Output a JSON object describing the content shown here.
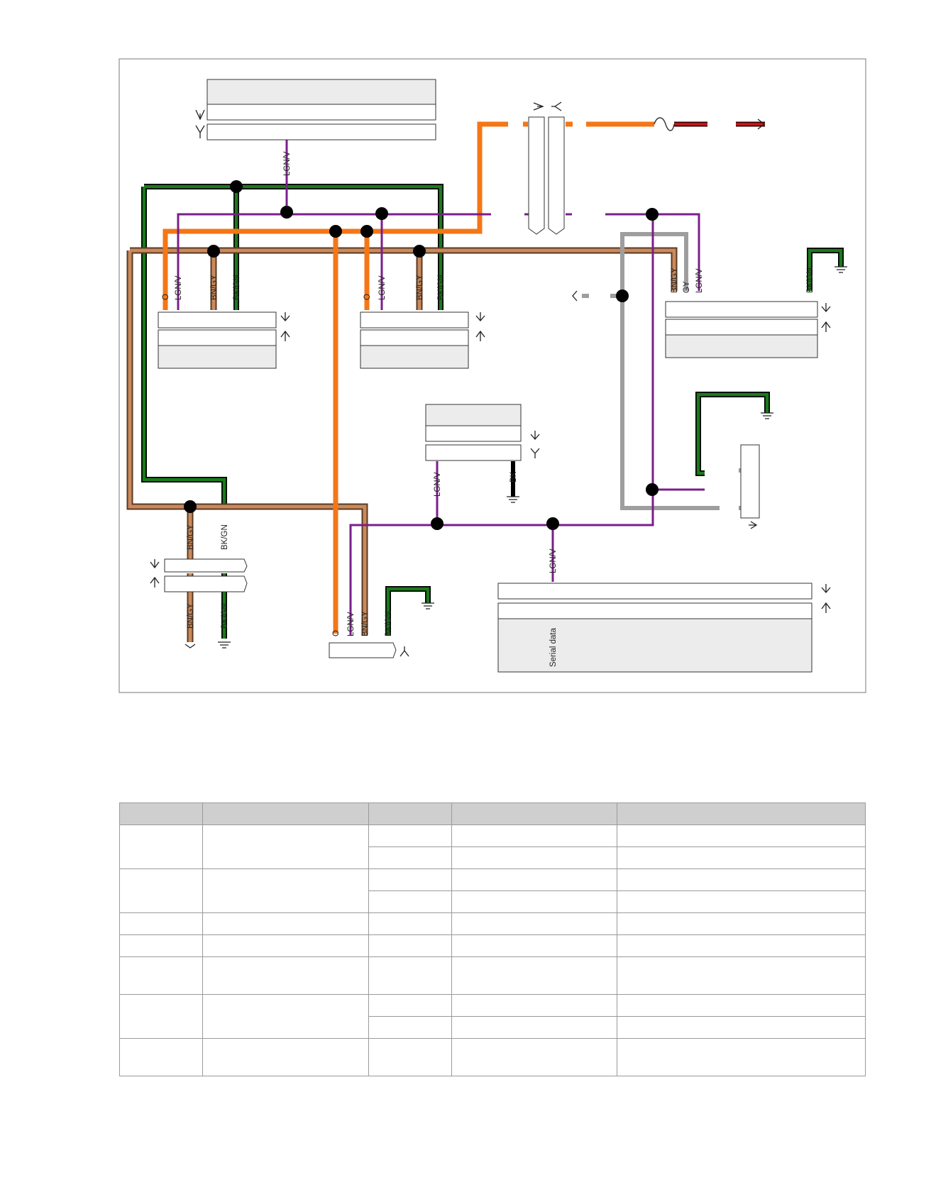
{
  "diagram": {
    "wire_labels": {
      "lgnv": "LGN/V",
      "bngy": "BN/GY",
      "bkgn": "BK/GN",
      "o": "O",
      "gy": "GY",
      "bk": "BK"
    },
    "serial_data": "Serial data"
  },
  "colors": {
    "orange": "#f57617",
    "green": "#1a7a1a",
    "purple": "#7a1f8a",
    "brown": "#a0603a",
    "grey": "#9e9e9e",
    "red": "#c8191b",
    "black": "#000000",
    "box_fill": "#ececec",
    "table_header": "#cfcfcf"
  },
  "table": {
    "columns": 5,
    "rows": [
      {
        "cells": 5,
        "merged_with_next": true
      },
      {
        "cells": 3
      },
      {
        "cells": 5,
        "merged_with_next": true
      },
      {
        "cells": 3
      },
      {
        "cells": 5
      },
      {
        "cells": 5
      },
      {
        "cells": 5,
        "tall": true
      },
      {
        "cells": 5,
        "merged_with_next": true
      },
      {
        "cells": 3
      },
      {
        "cells": 5,
        "tall": true
      }
    ]
  }
}
